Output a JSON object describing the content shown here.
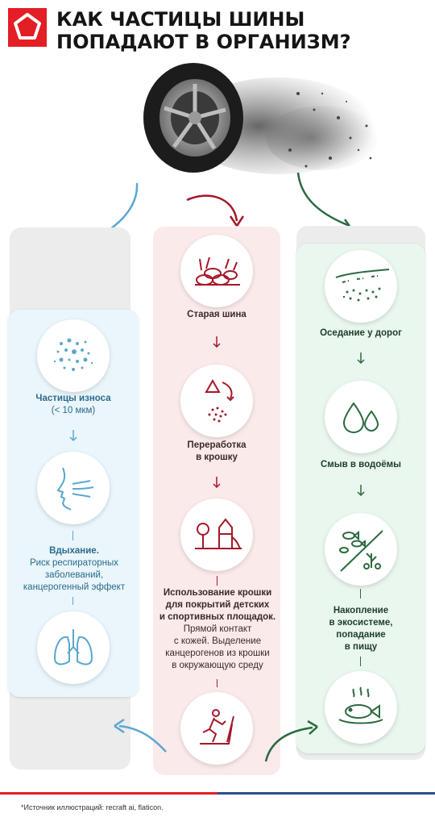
{
  "title": {
    "line1": "Как частицы шины",
    "line2": "попадают в организм?"
  },
  "colors": {
    "brand_red": "#e31e24",
    "blue": "#5aa7d0",
    "red": "#a4182a",
    "green": "#2c6a3f",
    "navy": "#2b4f8a"
  },
  "left": {
    "step1": {
      "title": "Частицы износа",
      "detail": "(< 10 мкм)",
      "icon": "particles-icon"
    },
    "step2": {
      "title": "Вдыхание.",
      "detail": [
        "Риск респираторных",
        "заболеваний,",
        "канцерогенный эффект"
      ],
      "icon": "breathing-face-icon"
    },
    "step3": {
      "icon": "lungs-icon"
    }
  },
  "middle": {
    "step1": {
      "title": "Старая шина",
      "icon": "old-tires-icon"
    },
    "step2": {
      "title": [
        "Переработка",
        "в крошку"
      ],
      "icon": "recycle-crumb-icon"
    },
    "step3": {
      "title": [
        "Использование крошки",
        "для покрытий детских",
        "и спортивных площадок."
      ],
      "detail": [
        "Прямой контакт",
        "с кожей. Выделение",
        "канцерогенов из крошки",
        "в окружающую среду"
      ],
      "icon": "playground-icon"
    },
    "step4": {
      "icon": "treadmill-runner-icon"
    }
  },
  "right": {
    "step1": {
      "title": "Оседание у дорог",
      "icon": "roadside-dust-icon"
    },
    "step2": {
      "title": "Смыв в водоёмы",
      "icon": "water-drops-icon"
    },
    "step3": {
      "title": [
        "Накопление",
        "в экосистеме,",
        "попадание",
        "в пищу"
      ],
      "icon": "fish-plants-icon"
    },
    "step4": {
      "icon": "cooked-fish-icon"
    }
  },
  "footer": {
    "source": "*Источник иллюстраций: recraft ai, flaticon."
  }
}
